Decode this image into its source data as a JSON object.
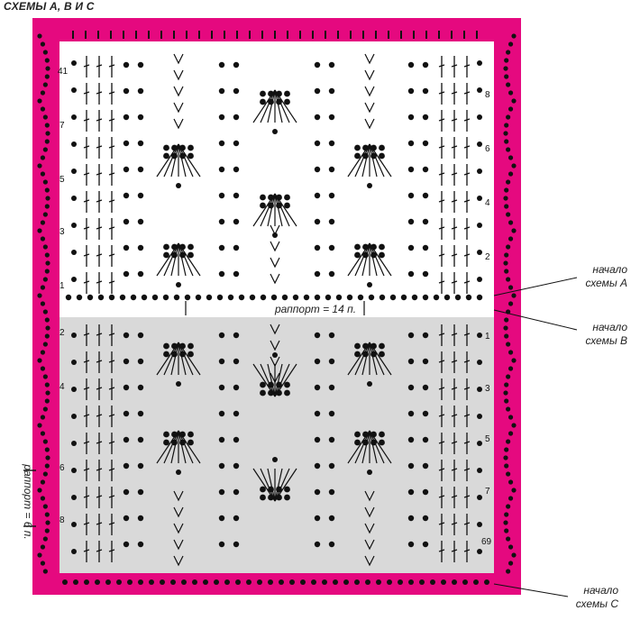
{
  "title": "СХЕМЫ А, В И С",
  "labels": {
    "start_a": [
      "начало",
      "схемы А"
    ],
    "start_b": [
      "начало",
      "схемы В"
    ],
    "start_c": [
      "начало",
      "схемы С"
    ],
    "repeat_14": "раппорт = 14 п.",
    "repeat_6": "раппорт = 6 п."
  },
  "row_numbers": {
    "scheme_a_left": [
      "41",
      "7",
      "5",
      "3",
      "1"
    ],
    "scheme_a_right": [
      "8",
      "6",
      "4",
      "2"
    ],
    "scheme_b_left": [
      "2",
      "4",
      "6",
      "8"
    ],
    "scheme_b_right": [
      "1",
      "3",
      "5",
      "7",
      "69"
    ]
  },
  "colors": {
    "border": "#e5097f",
    "scheme_b_bg": "#d9d9d9",
    "ink": "#111111"
  }
}
